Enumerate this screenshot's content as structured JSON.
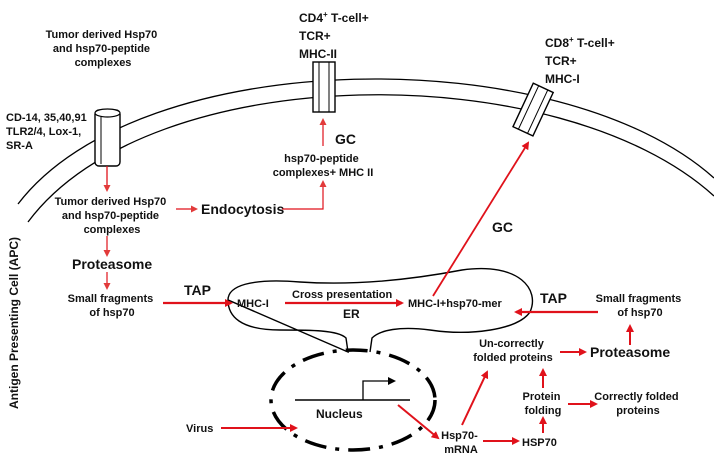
{
  "labels": {
    "tumor_hsp70_top": [
      "Tumor derived Hsp70",
      "and hsp70-peptide",
      "complexes"
    ],
    "receptors": [
      "CD-14, 35,40,91",
      "TLR2/4, Lox-1,",
      "SR-A"
    ],
    "cd4": {
      "pre": "CD4",
      "sup": "+",
      "post": " T-cell+"
    },
    "cd4_tcr": "TCR+",
    "cd4_mhc": "MHC-II",
    "cd8": {
      "pre": "CD8",
      "sup": "+",
      "post": " T-cell+"
    },
    "cd8_tcr": "TCR+",
    "cd8_mhc": "MHC-I",
    "gc_top": "GC",
    "hsp70_mhc2": [
      "hsp70-peptide",
      "complexes+ MHC II"
    ],
    "tumor_hsp70_inside": [
      "Tumor derived Hsp70",
      "and hsp70-peptide",
      "complexes"
    ],
    "endocytosis": "Endocytosis",
    "gc_mid": "GC",
    "proteasome_left": "Proteasome",
    "fragments_left": [
      "Small fragments",
      "of hsp70"
    ],
    "tap_left": "TAP",
    "mhc1": "MHC-I",
    "cross_presentation": "Cross presentation",
    "er": "ER",
    "mhc1_hsp70mer": "MHC-I+hsp70-mer",
    "tap_right": "TAP",
    "fragments_right": [
      "Small fragments",
      "of hsp70"
    ],
    "uncorrect": [
      "Un-correctly",
      "folded proteins"
    ],
    "proteasome_right": "Proteasome",
    "protein_folding": [
      "Protein",
      "folding"
    ],
    "correctly_folded": [
      "Correctly folded",
      "proteins"
    ],
    "nucleus": "Nucleus",
    "virus": "Virus",
    "hsp70_mrna": [
      "Hsp70-",
      "mRNA"
    ],
    "hsp70": "HSP70",
    "apc_side": "Antigen Presenting Cell (APC)"
  },
  "colors": {
    "arrow": "#e0121b",
    "thin_arrow": "#e23a3a",
    "line": "#000000",
    "text": "#111111"
  }
}
